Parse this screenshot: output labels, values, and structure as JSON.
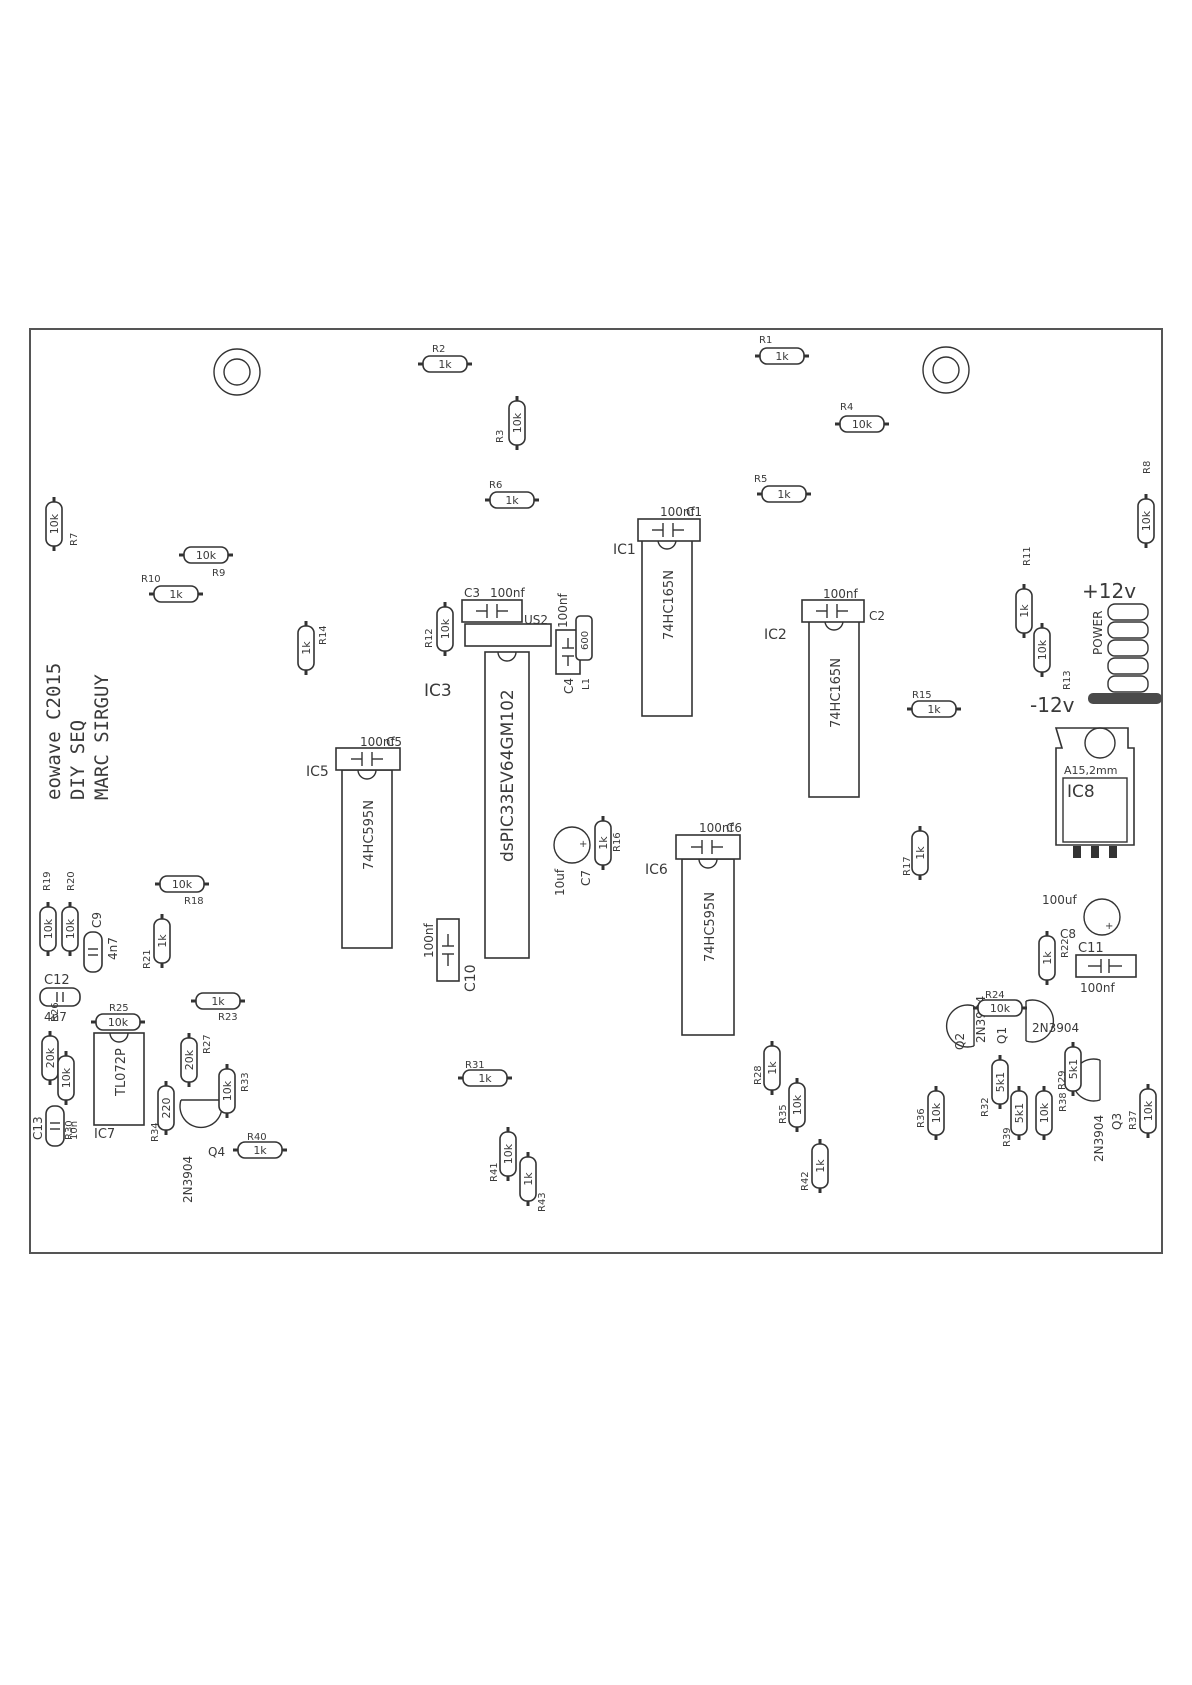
{
  "credits": {
    "line1": "eowave C2015",
    "line2": "DIY SEQ",
    "line3": "MARC SIRGUY"
  },
  "power": {
    "plus": "+12v",
    "minus": "-12v",
    "label": "POWER"
  },
  "ics": {
    "ic1": {
      "ref": "IC1",
      "part": "74HC165N",
      "cap": "C1",
      "cap_value": "100nf"
    },
    "ic2": {
      "ref": "IC2",
      "part": "74HC165N",
      "cap": "C2",
      "cap_value": "100nf"
    },
    "ic3": {
      "ref": "IC3",
      "part": "dsPIC33EV64GM102",
      "cap": "C3",
      "cap_value": "100nf",
      "socket": "US2"
    },
    "ic5": {
      "ref": "IC5",
      "part": "74HC595N",
      "cap": "C5",
      "cap_value": "100nf"
    },
    "ic6": {
      "ref": "IC6",
      "part": "74HC595N",
      "cap": "C6",
      "cap_value": "100nf"
    },
    "ic7": {
      "ref": "IC7",
      "part": "TL072P"
    },
    "ic8": {
      "ref": "IC8",
      "note": "A15,2mm"
    }
  },
  "capacitors": [
    {
      "ref": "C4",
      "value": "100nf"
    },
    {
      "ref": "C7",
      "value": "10uf"
    },
    {
      "ref": "C8",
      "value": "100uf"
    },
    {
      "ref": "C9",
      "value": "4n7"
    },
    {
      "ref": "C10",
      "value": "100nf"
    },
    {
      "ref": "C11",
      "value": "100nf"
    },
    {
      "ref": "C12",
      "value": "4n7"
    },
    {
      "ref": "C13",
      "value": "10n"
    }
  ],
  "inductor": {
    "ref": "L1",
    "value": "600"
  },
  "resistors": [
    {
      "ref": "R1",
      "value": "1k"
    },
    {
      "ref": "R2",
      "value": "1k"
    },
    {
      "ref": "R3",
      "value": "10k"
    },
    {
      "ref": "R4",
      "value": "10k"
    },
    {
      "ref": "R5",
      "value": "1k"
    },
    {
      "ref": "R6",
      "value": "1k"
    },
    {
      "ref": "R7",
      "value": "10k"
    },
    {
      "ref": "R8",
      "value": "10k"
    },
    {
      "ref": "R9",
      "value": "10k"
    },
    {
      "ref": "R10",
      "value": "1k"
    },
    {
      "ref": "R11",
      "value": "1k"
    },
    {
      "ref": "R12",
      "value": "10k"
    },
    {
      "ref": "R13",
      "value": "10k"
    },
    {
      "ref": "R14",
      "value": "1k"
    },
    {
      "ref": "R15",
      "value": "1k"
    },
    {
      "ref": "R16",
      "value": "1k"
    },
    {
      "ref": "R17",
      "value": "1k"
    },
    {
      "ref": "R18",
      "value": "10k"
    },
    {
      "ref": "R19",
      "value": "10k"
    },
    {
      "ref": "R20",
      "value": "10k"
    },
    {
      "ref": "R21",
      "value": "1k"
    },
    {
      "ref": "R22",
      "value": "1k"
    },
    {
      "ref": "R23",
      "value": "1k"
    },
    {
      "ref": "R24",
      "value": "10k"
    },
    {
      "ref": "R25",
      "value": "10k"
    },
    {
      "ref": "R26",
      "value": "20k"
    },
    {
      "ref": "R27",
      "value": "20k"
    },
    {
      "ref": "R28",
      "value": "1k"
    },
    {
      "ref": "R29",
      "value": "5k1"
    },
    {
      "ref": "R30",
      "value": "10k"
    },
    {
      "ref": "R31",
      "value": "1k"
    },
    {
      "ref": "R32",
      "value": "5k1"
    },
    {
      "ref": "R33",
      "value": "10k"
    },
    {
      "ref": "R34",
      "value": "220"
    },
    {
      "ref": "R35",
      "value": "10k"
    },
    {
      "ref": "R36",
      "value": "10k"
    },
    {
      "ref": "R37",
      "value": "10k"
    },
    {
      "ref": "R38",
      "value": "10k"
    },
    {
      "ref": "R39",
      "value": "5k1"
    },
    {
      "ref": "R40",
      "value": "1k"
    },
    {
      "ref": "R41",
      "value": "10k"
    },
    {
      "ref": "R42",
      "value": "1k"
    },
    {
      "ref": "R43",
      "value": "1k"
    }
  ],
  "transistors": [
    {
      "ref": "Q1",
      "part": "2N3904"
    },
    {
      "ref": "Q2",
      "part": "2N3904"
    },
    {
      "ref": "Q3",
      "part": "2N3904"
    },
    {
      "ref": "Q4",
      "part": "2N3904"
    }
  ]
}
